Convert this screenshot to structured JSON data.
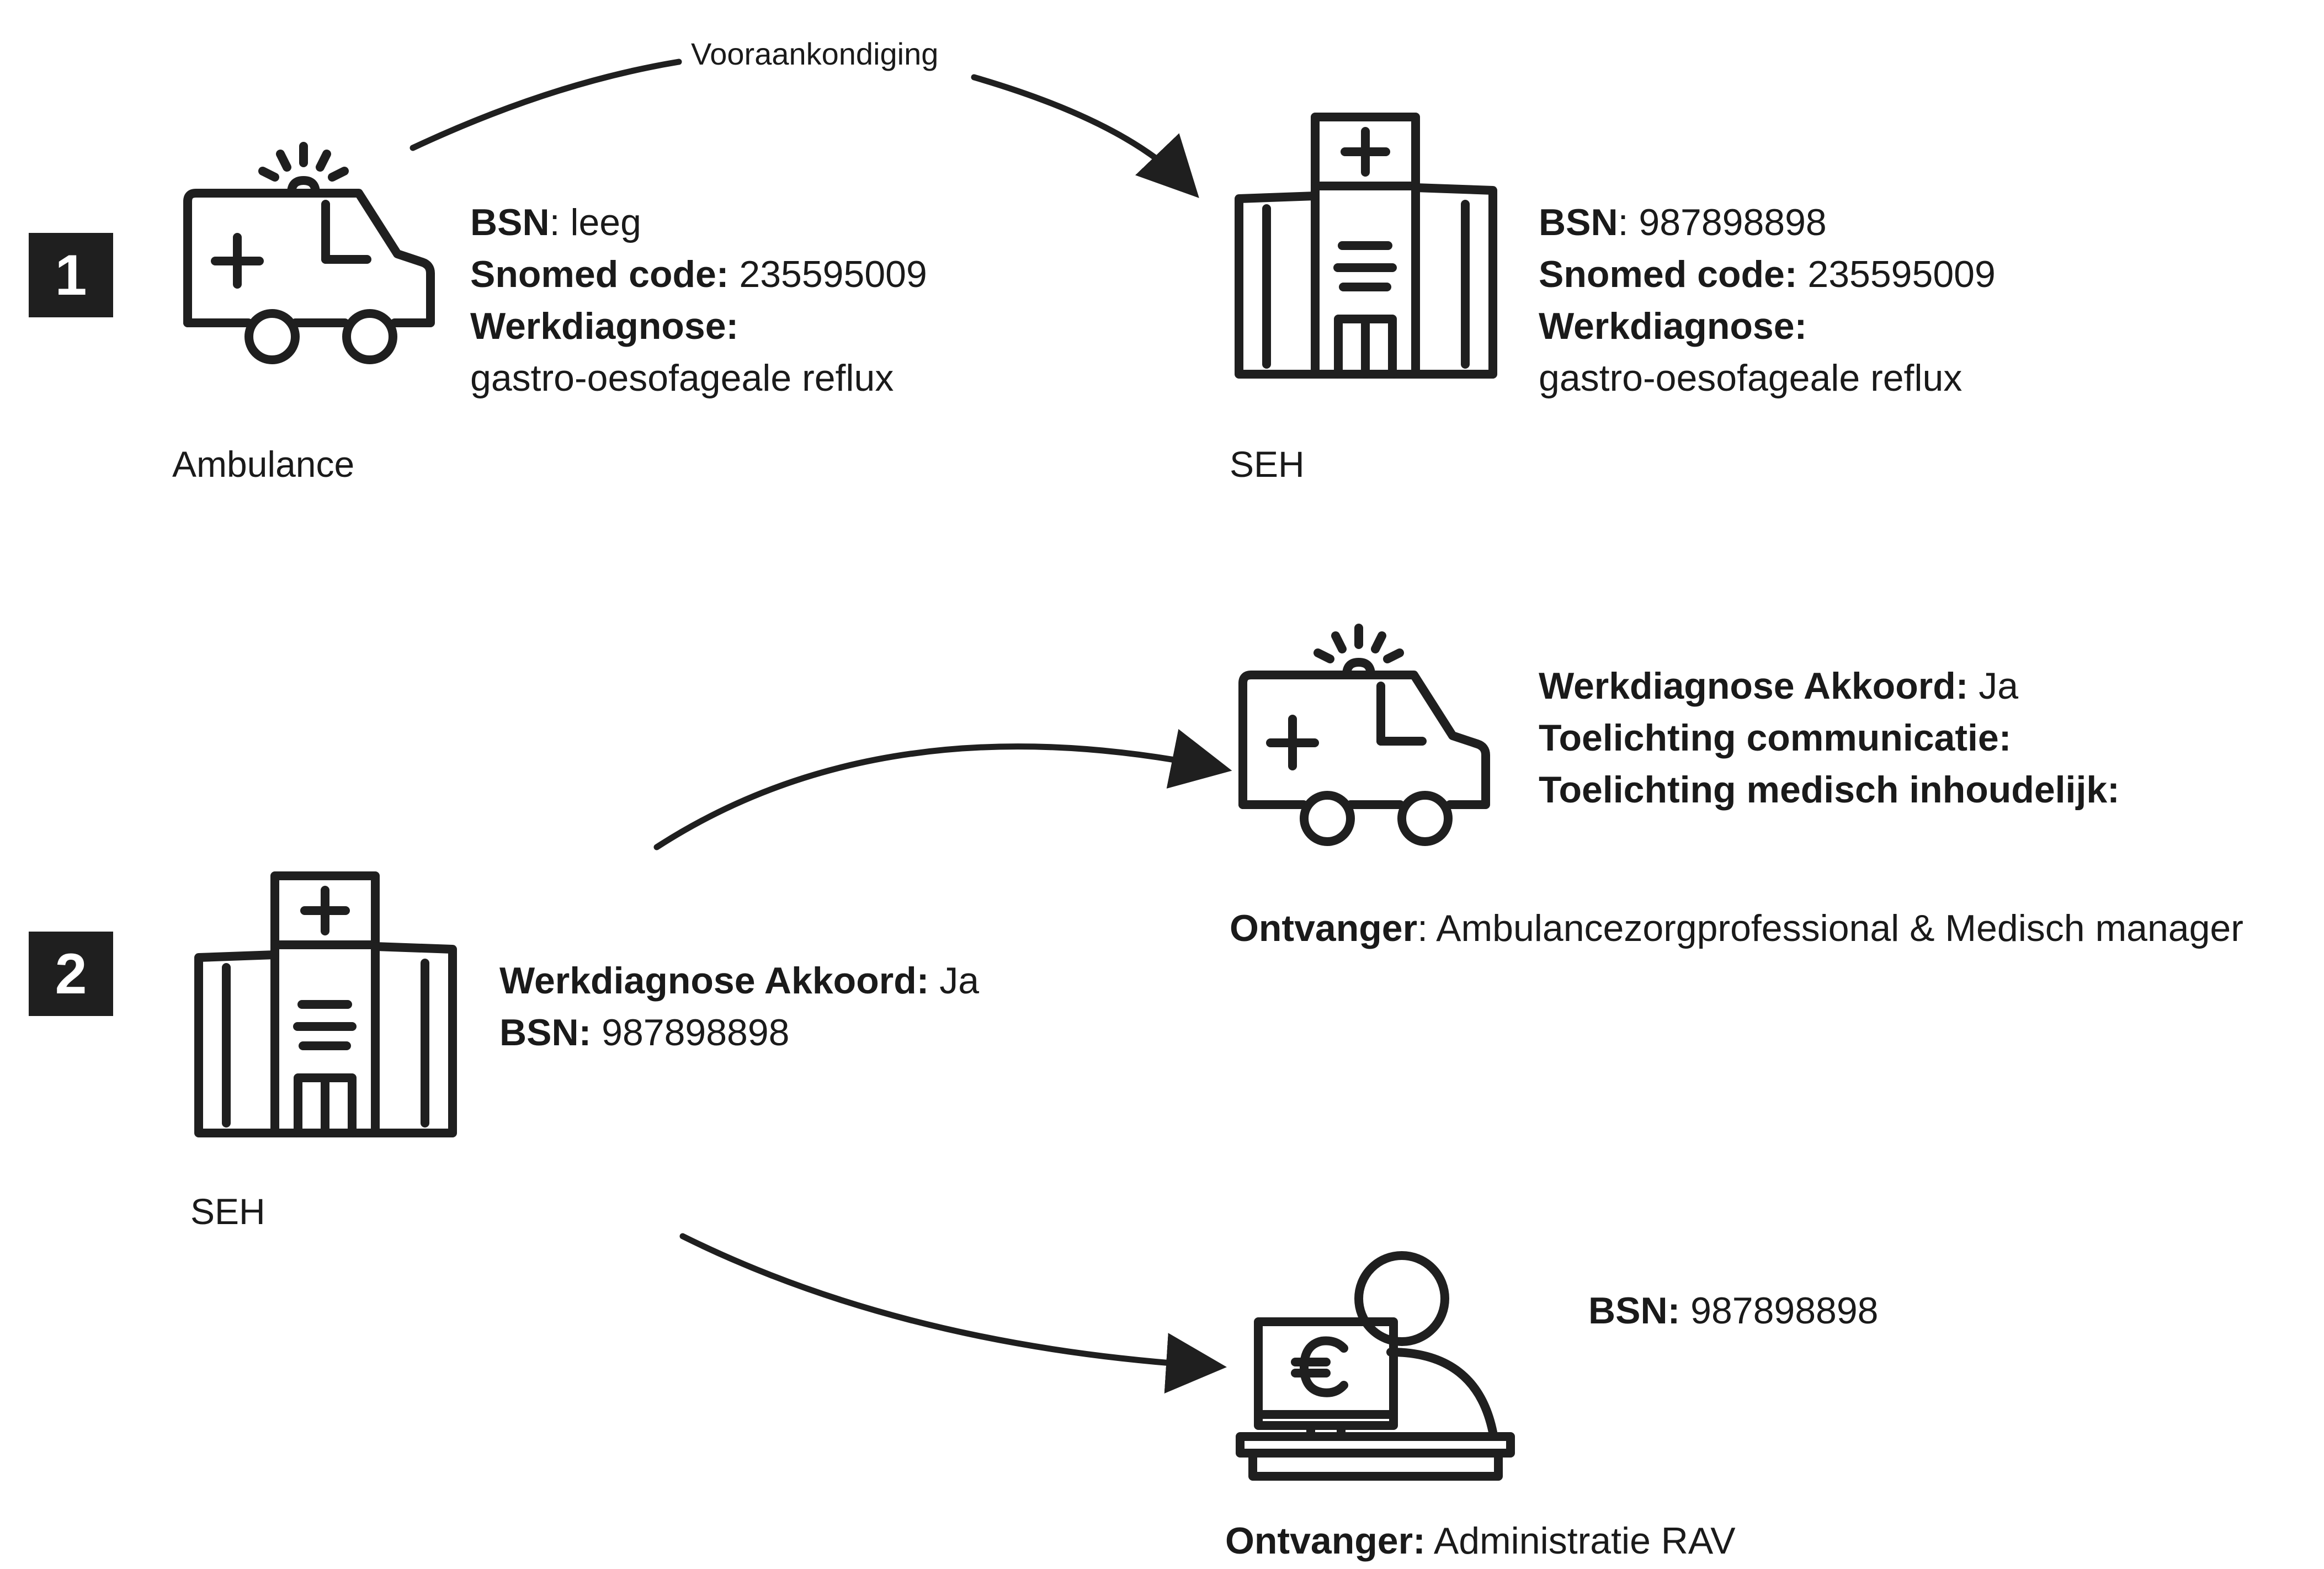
{
  "steps": [
    {
      "number": "1",
      "source": {
        "icon": "ambulance-icon",
        "label": "Ambulance",
        "fields": [
          {
            "key": "BSN",
            "sep": ": ",
            "value": "leeg"
          },
          {
            "key": "Snomed code:",
            "sep": " ",
            "value": "235595009"
          },
          {
            "key": "Werkdiagnose:",
            "sep": "",
            "value": ""
          },
          {
            "key": "",
            "sep": "",
            "value": "gastro-oesofageale reflux"
          }
        ]
      },
      "arrow_label": "Vooraankondiging",
      "target": {
        "icon": "hospital-icon",
        "label": "SEH",
        "fields": [
          {
            "key": "BSN",
            "sep": ": ",
            "value": "987898898"
          },
          {
            "key": "Snomed code:",
            "sep": " ",
            "value": "235595009"
          },
          {
            "key": "Werkdiagnose:",
            "sep": "",
            "value": ""
          },
          {
            "key": "",
            "sep": "",
            "value": "gastro-oesofageale reflux"
          }
        ]
      }
    },
    {
      "number": "2",
      "source": {
        "icon": "hospital-icon",
        "label": "SEH",
        "fields": [
          {
            "key": "Werkdiagnose Akkoord:",
            "sep": " ",
            "value": "Ja"
          },
          {
            "key": "BSN:",
            "sep": " ",
            "value": "987898898"
          }
        ]
      },
      "target_ambulance": {
        "icon": "ambulance-icon",
        "fields": [
          {
            "key": "Werkdiagnose Akkoord:",
            "sep": " ",
            "value": "Ja"
          },
          {
            "key": "Toelichting communicatie:",
            "sep": "",
            "value": ""
          },
          {
            "key": "Toelichting medisch inhoudelijk:",
            "sep": "",
            "value": ""
          }
        ],
        "recipient_key": "Ontvanger",
        "recipient_sep": ": ",
        "recipient_value": "Ambulancezorgprofessional & Medisch manager"
      },
      "target_admin": {
        "icon": "administration-euro-icon",
        "fields": [
          {
            "key": "BSN:",
            "sep": " ",
            "value": "987898898"
          }
        ],
        "recipient_key": "Ontvanger:",
        "recipient_sep": " ",
        "recipient_value": "Administratie RAV"
      }
    }
  ],
  "colors": {
    "ink": "#1f1f1f",
    "background": "#ffffff"
  }
}
